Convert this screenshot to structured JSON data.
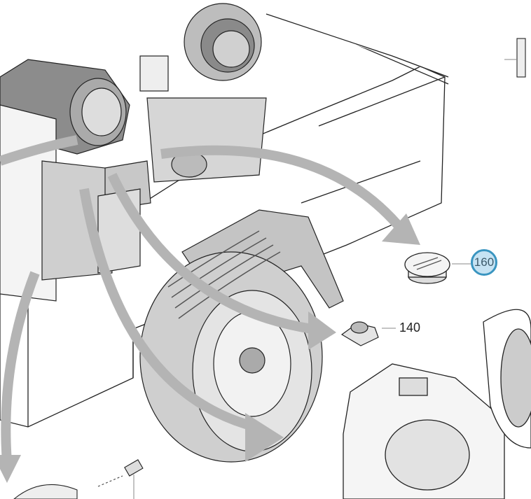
{
  "diagram": {
    "callouts": [
      {
        "id": "cap",
        "label": "160",
        "highlighted": true
      },
      {
        "id": "flange",
        "label": "140",
        "highlighted": false
      }
    ],
    "colors": {
      "arrow": "#b4b4b4",
      "highlight_fill": "#c6e3f3",
      "highlight_border": "#3a95c0",
      "line": "#111111"
    }
  }
}
